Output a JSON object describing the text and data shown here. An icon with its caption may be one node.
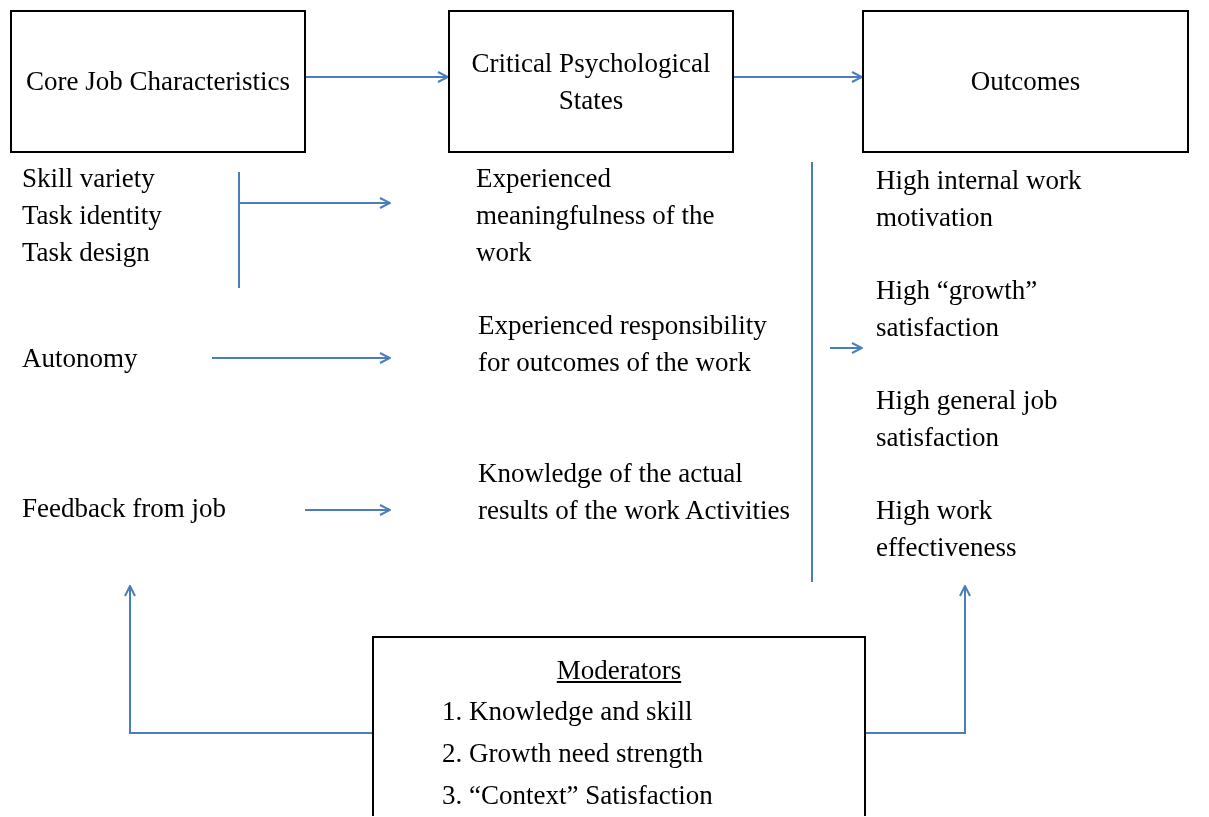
{
  "diagram": {
    "nodes": [
      {
        "text": [
          "Core Job Characteristics"
        ]
      },
      {
        "text": [
          "Critical Psychological States"
        ]
      },
      {
        "text": [
          "Outcomes"
        ]
      },
      {
        "text": [
          "Skill variety",
          "Task identity",
          "Task design"
        ]
      },
      {
        "text": [
          "Experienced meaningfulness of the work"
        ]
      },
      {
        "text": [
          "Autonomy"
        ]
      },
      {
        "text": [
          "Experienced responsibility for outcomes of the work"
        ]
      },
      {
        "text": [
          "Feedback from job"
        ]
      },
      {
        "text": [
          "Knowledge of the actual results of the work Activities"
        ]
      },
      {
        "text": [
          "High internal work motivation",
          "High “growth” satisfaction",
          "High general job satisfaction",
          "High work effectiveness"
        ]
      },
      {
        "text": [
          "Moderators",
          "1. Knowledge and skill",
          "2. Growth need strength",
          "3. “Context” Satisfaction"
        ]
      }
    ],
    "edges": [
      {
        "from": 0,
        "to": 1,
        "arrow": "to"
      },
      {
        "from": 1,
        "to": 2,
        "arrow": "to"
      },
      {
        "from": 3,
        "to": 4,
        "arrow": "to"
      },
      {
        "from": 5,
        "to": 6,
        "arrow": "to"
      },
      {
        "from": 7,
        "to": 8,
        "arrow": "to"
      },
      {
        "from": null,
        "to": 9,
        "arrow": "to"
      },
      {
        "from": 10,
        "to": 7,
        "arrow": "to"
      },
      {
        "from": 10,
        "to": 9,
        "arrow": "to"
      }
    ]
  }
}
